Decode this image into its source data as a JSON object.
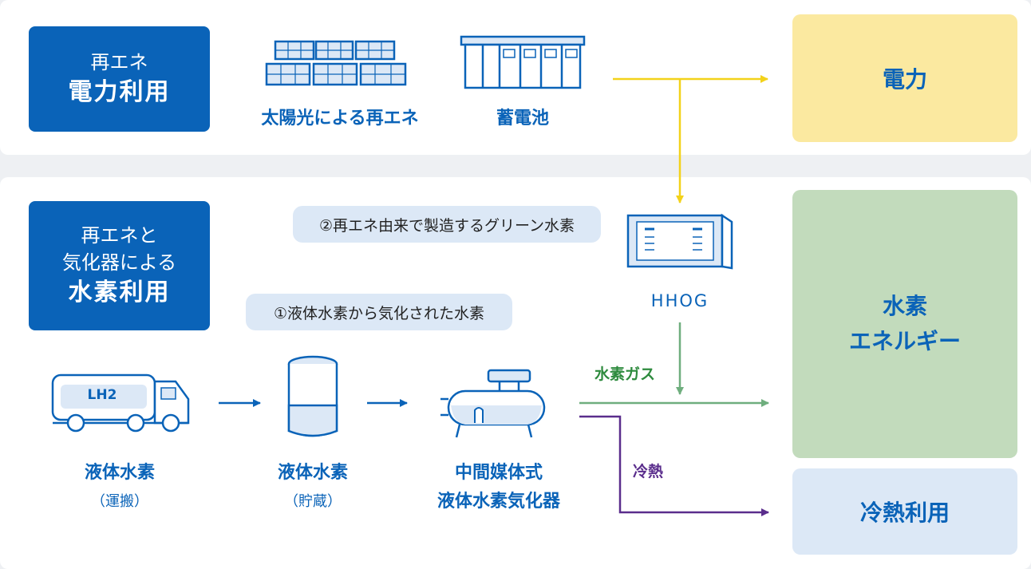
{
  "top_section": {
    "tag": {
      "line1": "再エネ",
      "line2": "電力利用"
    },
    "solar_label": "太陽光による再エネ",
    "battery_label": "蓄電池",
    "output_power": "電力"
  },
  "bottom_section": {
    "tag": {
      "line1": "再エネと",
      "line2": "気化器による",
      "line3": "水素利用"
    },
    "route2_pill": "②再エネ由来で製造するグリーン水素",
    "route1_pill": "①液体水素から気化された水素",
    "hhog_label": "HHOG",
    "truck_badge": "LH2",
    "steps": [
      {
        "label": "液体水素",
        "sub": "（運搬）"
      },
      {
        "label": "液体水素",
        "sub": "（貯蔵）"
      },
      {
        "label": "中間媒体式",
        "label2": "液体水素気化器"
      }
    ],
    "edge_hydrogen_gas": "水素ガス",
    "edge_cold": "冷熱",
    "output_hydrogen": {
      "line1": "水素",
      "line2": "エネルギー"
    },
    "output_cold": "冷熱利用"
  },
  "colors": {
    "brand_blue": "#0a63b8",
    "power_yellow": "#fbe9a0",
    "hydrogen_green": "#c2dbbc",
    "cold_blue": "#dce8f6",
    "arrow_yellow": "#f3d21a",
    "arrow_green": "#6fae7e",
    "arrow_purple": "#5a2d8c"
  }
}
